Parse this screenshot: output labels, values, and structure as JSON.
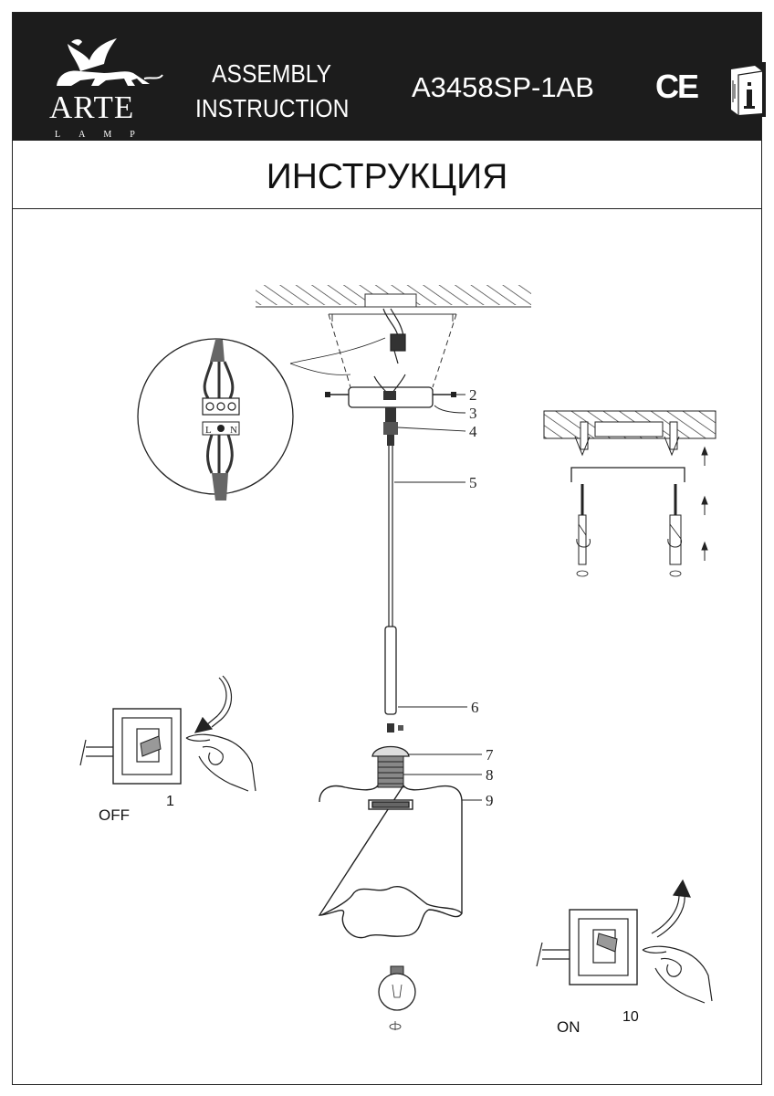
{
  "header": {
    "brand": "ARTE",
    "brand_sub": "LAMP",
    "assembly_line1": "ASSEMBLY",
    "assembly_line2": "INSTRUCTION",
    "model": "A3458SP-1AB",
    "certification": "CE"
  },
  "title": "ИНСТРУКЦИЯ",
  "terminal_labels": {
    "live": "L",
    "neutral": "N"
  },
  "callouts": [
    "2",
    "3",
    "4",
    "5",
    "6",
    "7",
    "8",
    "9"
  ],
  "switches": {
    "off_state": "OFF",
    "off_step": "1",
    "on_state": "ON",
    "on_step": "10"
  },
  "icons": [
    "griffin-logo-icon",
    "info-manual-icon",
    "hand-icon",
    "curved-arrow-icon",
    "light-bulb-icon",
    "screw-icon"
  ]
}
